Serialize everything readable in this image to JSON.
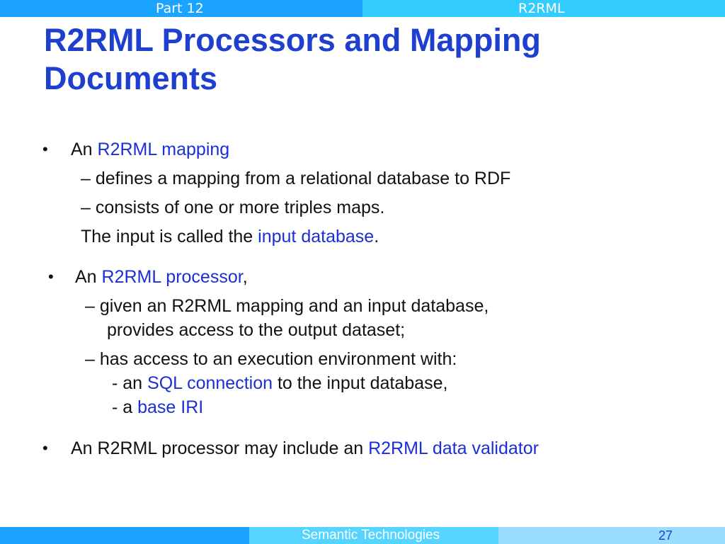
{
  "header": {
    "part": "Part 12",
    "topic": "R2RML"
  },
  "title": {
    "line1": "R2RML Processors and Mapping",
    "line2": "Documents"
  },
  "bullet1": {
    "lead": "An ",
    "term": "R2RML mapping",
    "sub1": "defines a mapping from a relational database to RDF",
    "sub2": "consists of one or more triples maps.",
    "input_pre": "The input is called the ",
    "input_term": "input database",
    "input_post": "."
  },
  "bullet2": {
    "lead": "An ",
    "term": "R2RML processor",
    "post": ",",
    "sub1_line1": "given an R2RML mapping and an input database,",
    "sub1_line2": "provides access to the output dataset;",
    "sub2": "has access to an execution environment with:",
    "env1_pre": "- an ",
    "env1_term": "SQL connection",
    "env1_post": " to the input database,",
    "env2_pre": "- a ",
    "env2_term": "base IRI"
  },
  "bullet3": {
    "text": "An R2RML processor may include an ",
    "term": "R2RML data validator"
  },
  "footer": {
    "course": "Semantic Technologies",
    "page": "27"
  },
  "symbols": {
    "bullet": "•",
    "dash": "–"
  },
  "colors": {
    "header_left": "#1aa3ff",
    "header_right": "#33ccff",
    "title": "#1f3fcf",
    "highlight": "#1a2fd6"
  }
}
